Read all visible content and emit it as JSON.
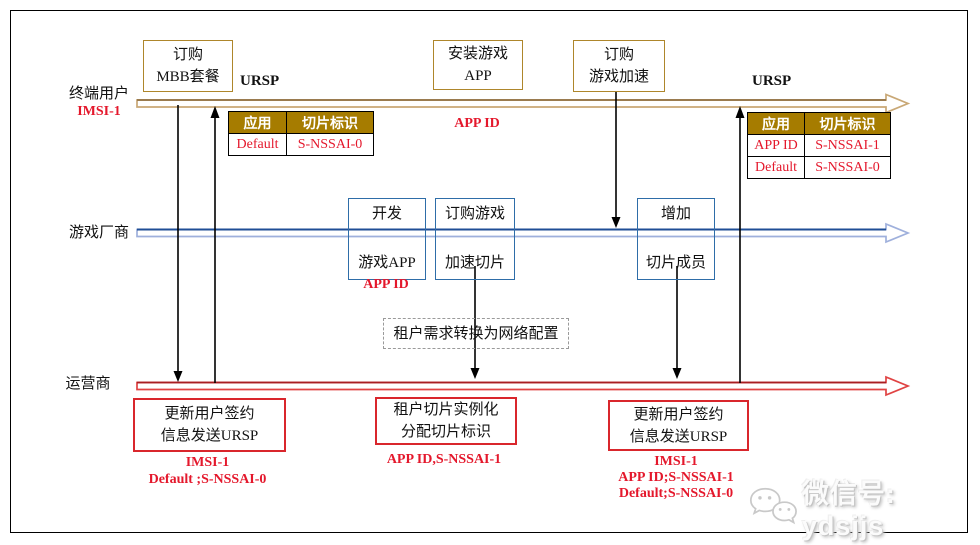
{
  "lanes": {
    "user": {
      "label": "终端用户",
      "id_label": "IMSI-1"
    },
    "vendor": {
      "label": "游戏厂商"
    },
    "operator": {
      "label": "运营商"
    }
  },
  "top": {
    "mbb_box": {
      "line1": "订购",
      "line2": "MBB套餐"
    },
    "ursp_left": "URSP",
    "install_box": {
      "line1": "安装游戏",
      "line2": "APP"
    },
    "app_id": "APP ID",
    "boost_box": {
      "line1": "订购",
      "line2": "游戏加速"
    },
    "ursp_right": "URSP"
  },
  "table_left": {
    "h1": "应用",
    "h2": "切片标识",
    "r1c1": "Default",
    "r1c2": "S-NSSAI-0"
  },
  "table_right": {
    "h1": "应用",
    "h2": "切片标识",
    "r1c1": "APP ID",
    "r1c2": "S-NSSAI-1",
    "r2c1": "Default",
    "r2c2": "S-NSSAI-0"
  },
  "vendor_row": {
    "develop_box": {
      "line1": "开发",
      "line2": "游戏APP"
    },
    "app_id": "APP ID",
    "slice_box": {
      "line1": "订购游戏",
      "line2": "加速切片"
    },
    "member_box": {
      "line1": "增加",
      "line2": "切片成员"
    }
  },
  "note": "租户需求转换为网络配置",
  "operator_row": {
    "left_box": {
      "line1": "更新用户签约",
      "line2": "信息发送URSP"
    },
    "left_detail": {
      "line1": "IMSI-1",
      "line2": "Default ;S-NSSAI-0"
    },
    "mid_box": {
      "line1": "租户切片实例化",
      "line2": "分配切片标识"
    },
    "mid_detail": {
      "line1": "APP ID,S-NSSAI-1"
    },
    "right_box": {
      "line1": "更新用户签约",
      "line2": "信息发送URSP"
    },
    "right_detail": {
      "line1": "IMSI-1",
      "line2": "APP ID;S-NSSAI-1",
      "line3": "Default;S-NSSAI-0"
    }
  },
  "watermark": {
    "label": "微信号: ydsjjs"
  },
  "colors": {
    "gold_border": "#AE862B",
    "gold_header_bg": "#A67C00",
    "blue_border": "#2E6DA8",
    "red_box_border": "#D9262C",
    "red_text": "#E4182C",
    "user_lane": "#C9A876",
    "user_lane_dark": "#9A7B4F",
    "vendor_lane": "#9FB0DC",
    "vendor_lane_dark": "#1F4E96",
    "operator_lane": "#E04343",
    "operator_lane_dark": "#A81E22"
  }
}
